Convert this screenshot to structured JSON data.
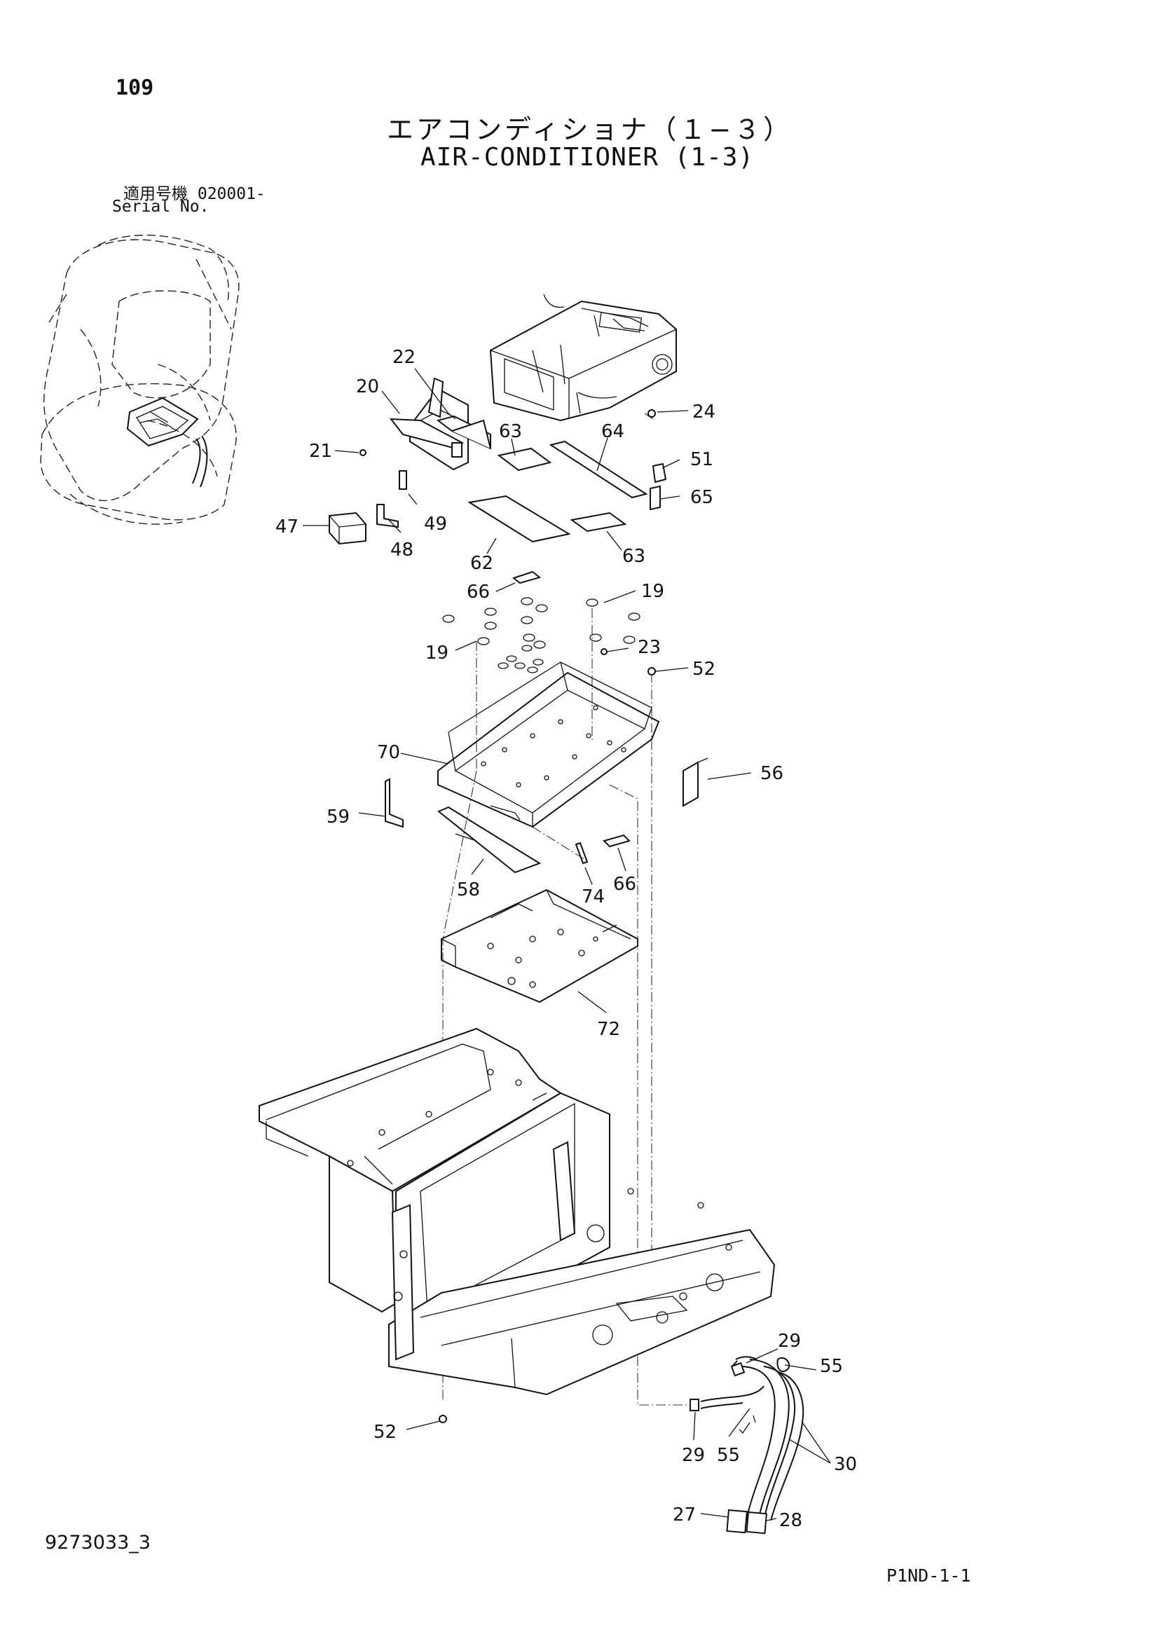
{
  "header": {
    "page_number": "109",
    "title_jp": "エアコンディショナ（１−３）",
    "title_en": "AIR-CONDITIONER (1-3)",
    "serial_label_jp": "適用号機  020001-",
    "serial_label_en": "Serial No."
  },
  "footer": {
    "document_number": "9273033_3",
    "page_reference": "P1ND-1-1"
  },
  "callouts": [
    "22",
    "20",
    "24",
    "21",
    "63",
    "64",
    "51",
    "65",
    "47",
    "49",
    "48",
    "62",
    "63",
    "66",
    "19",
    "19",
    "23",
    "52",
    "70",
    "56",
    "59",
    "58",
    "74",
    "66",
    "72",
    "29",
    "55",
    "52",
    "29",
    "55",
    "30",
    "27",
    "28"
  ]
}
